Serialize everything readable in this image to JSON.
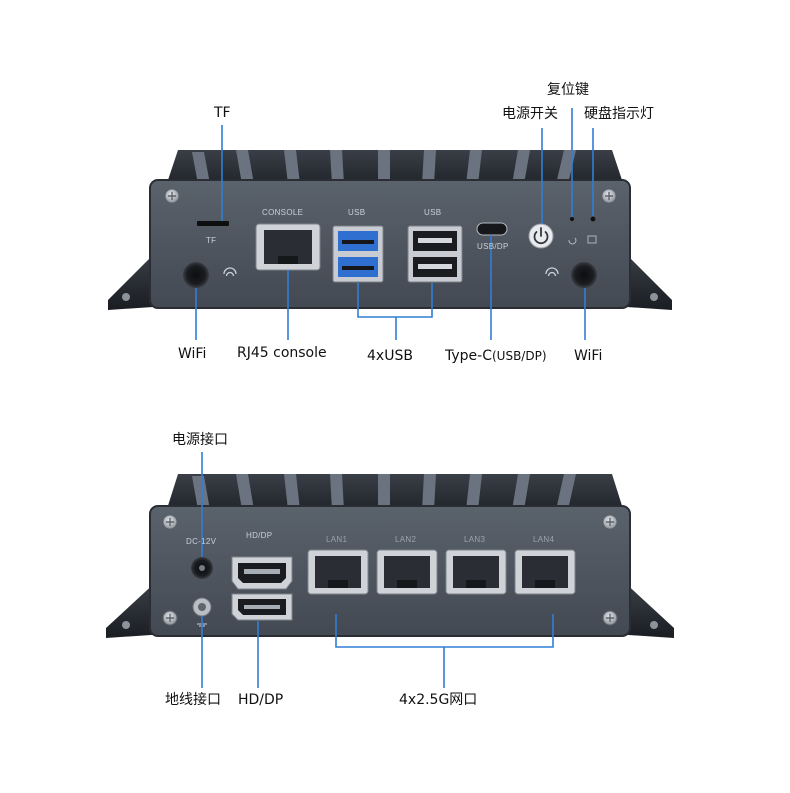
{
  "top_device": {
    "labels": {
      "tf": "TF",
      "reset_key": "复位键",
      "power_switch": "电源开关",
      "hdd_led": "硬盘指示灯",
      "wifi_left": "WiFi",
      "rj45_console": "RJ45 console",
      "usb4": "4xUSB",
      "typec_prefix": "Type-C",
      "typec_suffix": "(USB/DP)",
      "wifi_right": "WiFi"
    },
    "panel_text": {
      "tf": "TF",
      "console": "CONSOLE",
      "usb_1": "USB",
      "usb_2": "USB",
      "usb_dp": "USB/DP"
    }
  },
  "bottom_device": {
    "labels": {
      "power_port": "电源接口",
      "ground_port": "地线接口",
      "hd_dp": "HD/DP",
      "lan4": "4x2.5G网口"
    },
    "panel_text": {
      "dc": "DC-12V",
      "hd_dp": "HD/DP",
      "lan1": "LAN1",
      "lan2": "LAN2",
      "lan3": "LAN3",
      "lan4": "LAN4"
    }
  },
  "colors": {
    "callout_line": "#2f7fd6",
    "chassis": "#4b525b",
    "fins": "#2c3037",
    "usb_blue": "#2f6fd0"
  }
}
